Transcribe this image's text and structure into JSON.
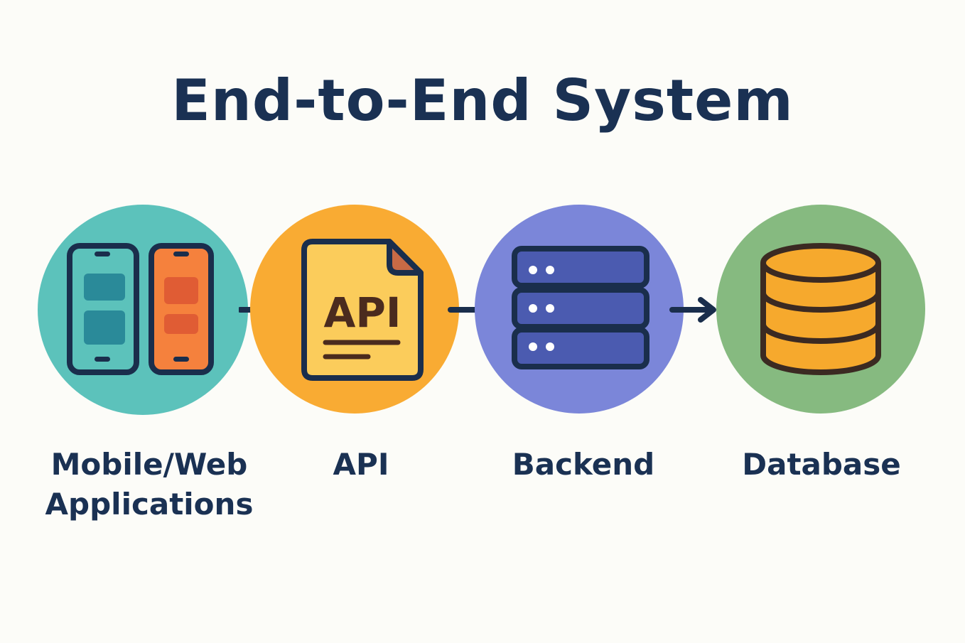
{
  "title": "End-to-End System",
  "nodes": [
    {
      "label_line1": "Mobile/Web",
      "label_line2": "Applications",
      "icon": "mobile-devices-icon",
      "color": "#5cc2bb"
    },
    {
      "label_line1": "API",
      "icon": "api-document-icon",
      "icon_text": "API",
      "color": "#f9ab33"
    },
    {
      "label_line1": "Backend",
      "icon": "server-stack-icon",
      "color": "#7b86d9"
    },
    {
      "label_line1": "Database",
      "icon": "database-cylinder-icon",
      "color": "#86ba80"
    }
  ],
  "colors": {
    "outline": "#1a2e4c",
    "title": "#1a3153",
    "phone_teal": "#5cc2bb",
    "phone_teal_block": "#2a8a99",
    "phone_orange": "#f5813d",
    "phone_orange_block": "#e05c34",
    "api_doc": "#fbcc5b",
    "server_fill": "#4b5bb0",
    "db_fill": "#f6a92d"
  }
}
